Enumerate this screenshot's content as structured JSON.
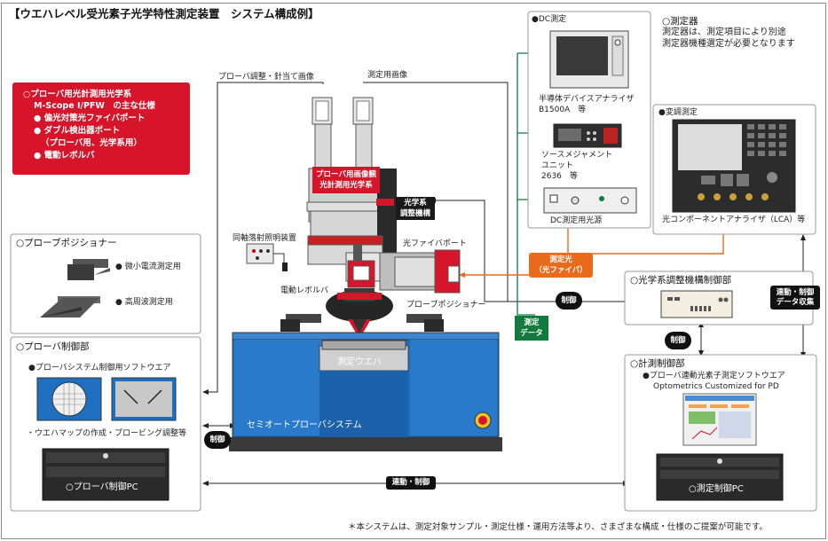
{
  "title": "【ウエハレベル受光素子光学特性測定装置　システム構成例】",
  "spec_box": {
    "lines": [
      "○プローバ用光計測用光学系",
      "M-Scope I/PFW　の主な仕様",
      "● 偏光対策光ファイバポート",
      "● ダブル検出器ポート",
      "（プローバ用、光学系用）",
      "● 電動レボルバ"
    ]
  },
  "microscope": {
    "label_probe_view": "プローバ調整・針当て画像",
    "label_measure_view": "測定用画像",
    "red_label": [
      "プローバ用画像観",
      "光計測用光学系"
    ],
    "coaxial_illum": "同軸落射照明装置",
    "revolver": "電動レボルバ",
    "fiber_port": "光ファイバポート",
    "positioner": "プローブポジショナー",
    "optics_adjust": [
      "光学系",
      "調整機構"
    ]
  },
  "prober": {
    "wafer_label": "測定ウエハ",
    "system_label": "セミオートプローバシステム"
  },
  "positioner_panel": {
    "title": "○プローブポジショナー",
    "items": [
      "● 微小電流測定用",
      "● 高周波測定用"
    ]
  },
  "prober_control": {
    "title": "○プローバ制御部",
    "software": "●プローバシステム制御用ソフトウエア",
    "features": "・ウエハマップの作成・プロービング調整等",
    "pc_label": "○プローバ制御PC"
  },
  "instruments": {
    "note_title": "○測定器",
    "note_lines": [
      "測定器は、測定項目により別途",
      "測定器機種選定が必要となります"
    ],
    "dc_title": "●DC測定",
    "dc_items": {
      "analyzer": [
        "半導体デバイスアナライザ",
        "B1500A　等"
      ],
      "smu": [
        "ソースメジャメント",
        "ユニット",
        "2636　等"
      ],
      "light_source": "DC測定用光源"
    },
    "mod_title": "●変調測定",
    "lca": "光コンポーネントアナライザ（LCA）等"
  },
  "optics_control": {
    "title": "○光学系調整機構制御部"
  },
  "measure_control": {
    "title": "○計測制御部",
    "software": [
      "●プローバ連動光素子測定ソフトウエア",
      "Optometrics Customized for PD"
    ],
    "pc_label": "○測定制御PC"
  },
  "tags": {
    "measure_light": [
      "測定光",
      "（光ファイバ）"
    ],
    "measure_data": [
      "測定",
      "データ"
    ],
    "control": "制御",
    "control2": "制御",
    "control3": "制御",
    "linked_control": "連動・制御",
    "linked_data": [
      "連動・制御",
      "データ収集"
    ]
  },
  "footnote": "＊本システムは、測定対象サンプル・測定仕様・運用方法等より、さまざまな構成・仕様のご提案が可能です。",
  "colors": {
    "red": "#d6142a",
    "orange": "#ea6a1c",
    "green": "#127a3c",
    "blue": "#1f6fc0",
    "dark": "#1a1a1a"
  }
}
